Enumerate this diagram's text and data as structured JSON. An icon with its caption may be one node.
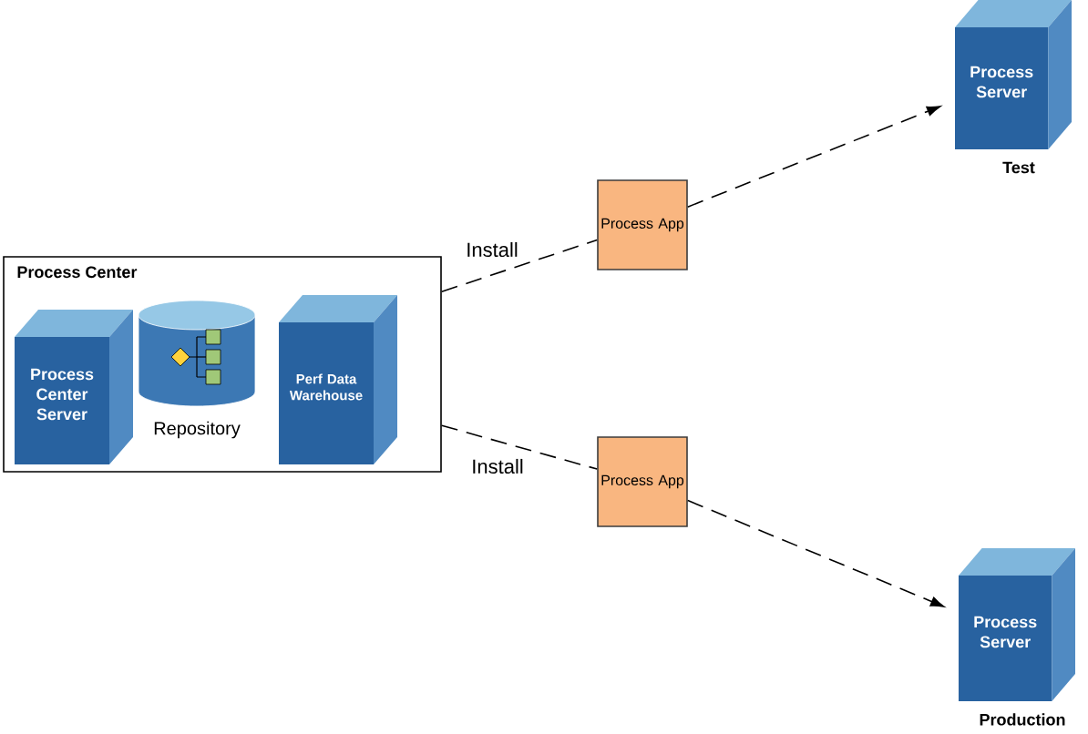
{
  "diagram": {
    "nodes": [
      {
        "text": [
          "Process Center"
        ]
      },
      {
        "text": [
          "Process Center Server"
        ],
        "in": 0
      },
      {
        "text": [
          "Repository"
        ],
        "in": 0
      },
      {
        "text": [
          "Perf Data Warehouse"
        ],
        "in": 0
      },
      {
        "text": [
          "Process App"
        ]
      },
      {
        "text": [
          "Process Server"
        ],
        "beside": [
          "Test"
        ]
      },
      {
        "text": [
          "Process App"
        ]
      },
      {
        "text": [
          "Process Server"
        ],
        "beside": [
          "Production"
        ]
      }
    ],
    "edges": [
      {
        "from": 0,
        "to": 4,
        "arrow": "none",
        "label": "Install",
        "style": "dashed"
      },
      {
        "from": 4,
        "to": 5,
        "arrow": "to",
        "style": "dashed"
      },
      {
        "from": 0,
        "to": 6,
        "arrow": "none",
        "label": "Install",
        "style": "dashed"
      },
      {
        "from": 6,
        "to": 7,
        "arrow": "to",
        "style": "dashed"
      }
    ]
  }
}
